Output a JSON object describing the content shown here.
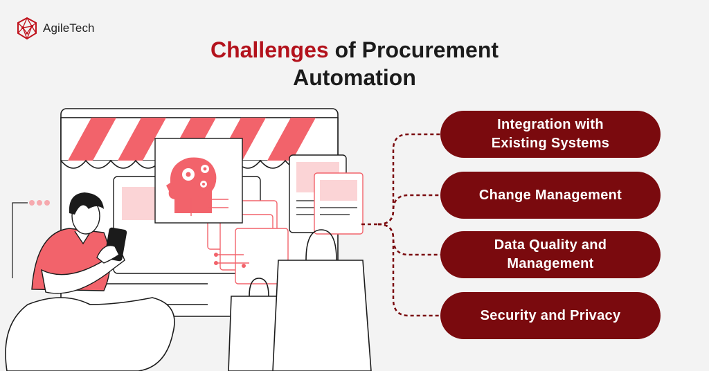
{
  "brand": {
    "name": "AgileTech"
  },
  "title": {
    "highlight": "Challenges",
    "rest_line1": " of Procurement",
    "line2": "Automation"
  },
  "challenges": [
    {
      "label": "Integration with Existing Systems"
    },
    {
      "label": "Change Management"
    },
    {
      "label": "Data Quality and Management"
    },
    {
      "label": "Security and Privacy"
    }
  ],
  "colors": {
    "accent": "#b3121c",
    "pill": "#7a0a0e",
    "pink": "#f2636b",
    "background": "#f3f3f3"
  }
}
